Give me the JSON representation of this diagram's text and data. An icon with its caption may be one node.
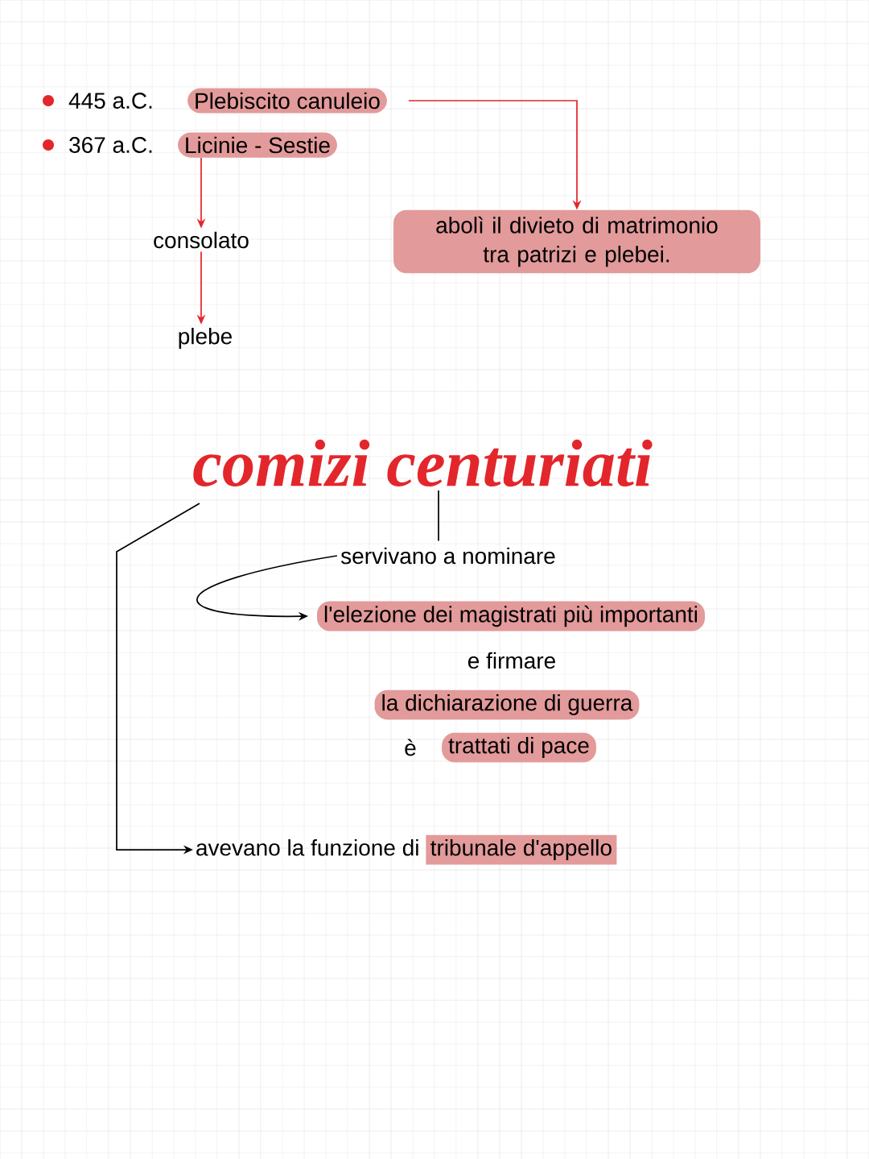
{
  "diagram": {
    "nodes": [
      {
        "text": [
          "Plebiscito canuleio"
        ]
      },
      {
        "text": [
          "Licinie - Sestie"
        ]
      },
      {
        "text": [
          "consolato"
        ]
      },
      {
        "text": [
          "plebe"
        ]
      },
      {
        "text": [
          "abolì il divieto di matrimonio tra patrizi e plebei."
        ]
      },
      {
        "text": [
          "comizi centuriati"
        ]
      },
      {
        "text": [
          "servivano a nominare"
        ]
      },
      {
        "text": [
          "l'elezione dei magistrati più importanti"
        ]
      },
      {
        "text": [
          "la dichiarazione di guerra"
        ]
      },
      {
        "text": [
          "trattati di pace"
        ]
      },
      {
        "text": [
          "avevano la funzione di",
          "tribunale d'appello"
        ]
      }
    ],
    "edges": [
      {
        "from": 0,
        "to": 4,
        "arrow": "to",
        "color": "#e3262b"
      },
      {
        "from": 1,
        "to": 2,
        "arrow": "to",
        "color": "#e3262b"
      },
      {
        "from": 2,
        "to": 3,
        "arrow": "to",
        "color": "#e3262b"
      },
      {
        "from": 5,
        "to": 6,
        "arrow": "none",
        "color": "#000000"
      },
      {
        "from": 6,
        "to": 7,
        "arrow": "to",
        "color": "#000000"
      },
      {
        "from": 5,
        "to": 10,
        "arrow": "to",
        "color": "#000000"
      }
    ],
    "labels": [
      "445 a.C.",
      "367 a.C.",
      "e firmare",
      "è"
    ]
  }
}
